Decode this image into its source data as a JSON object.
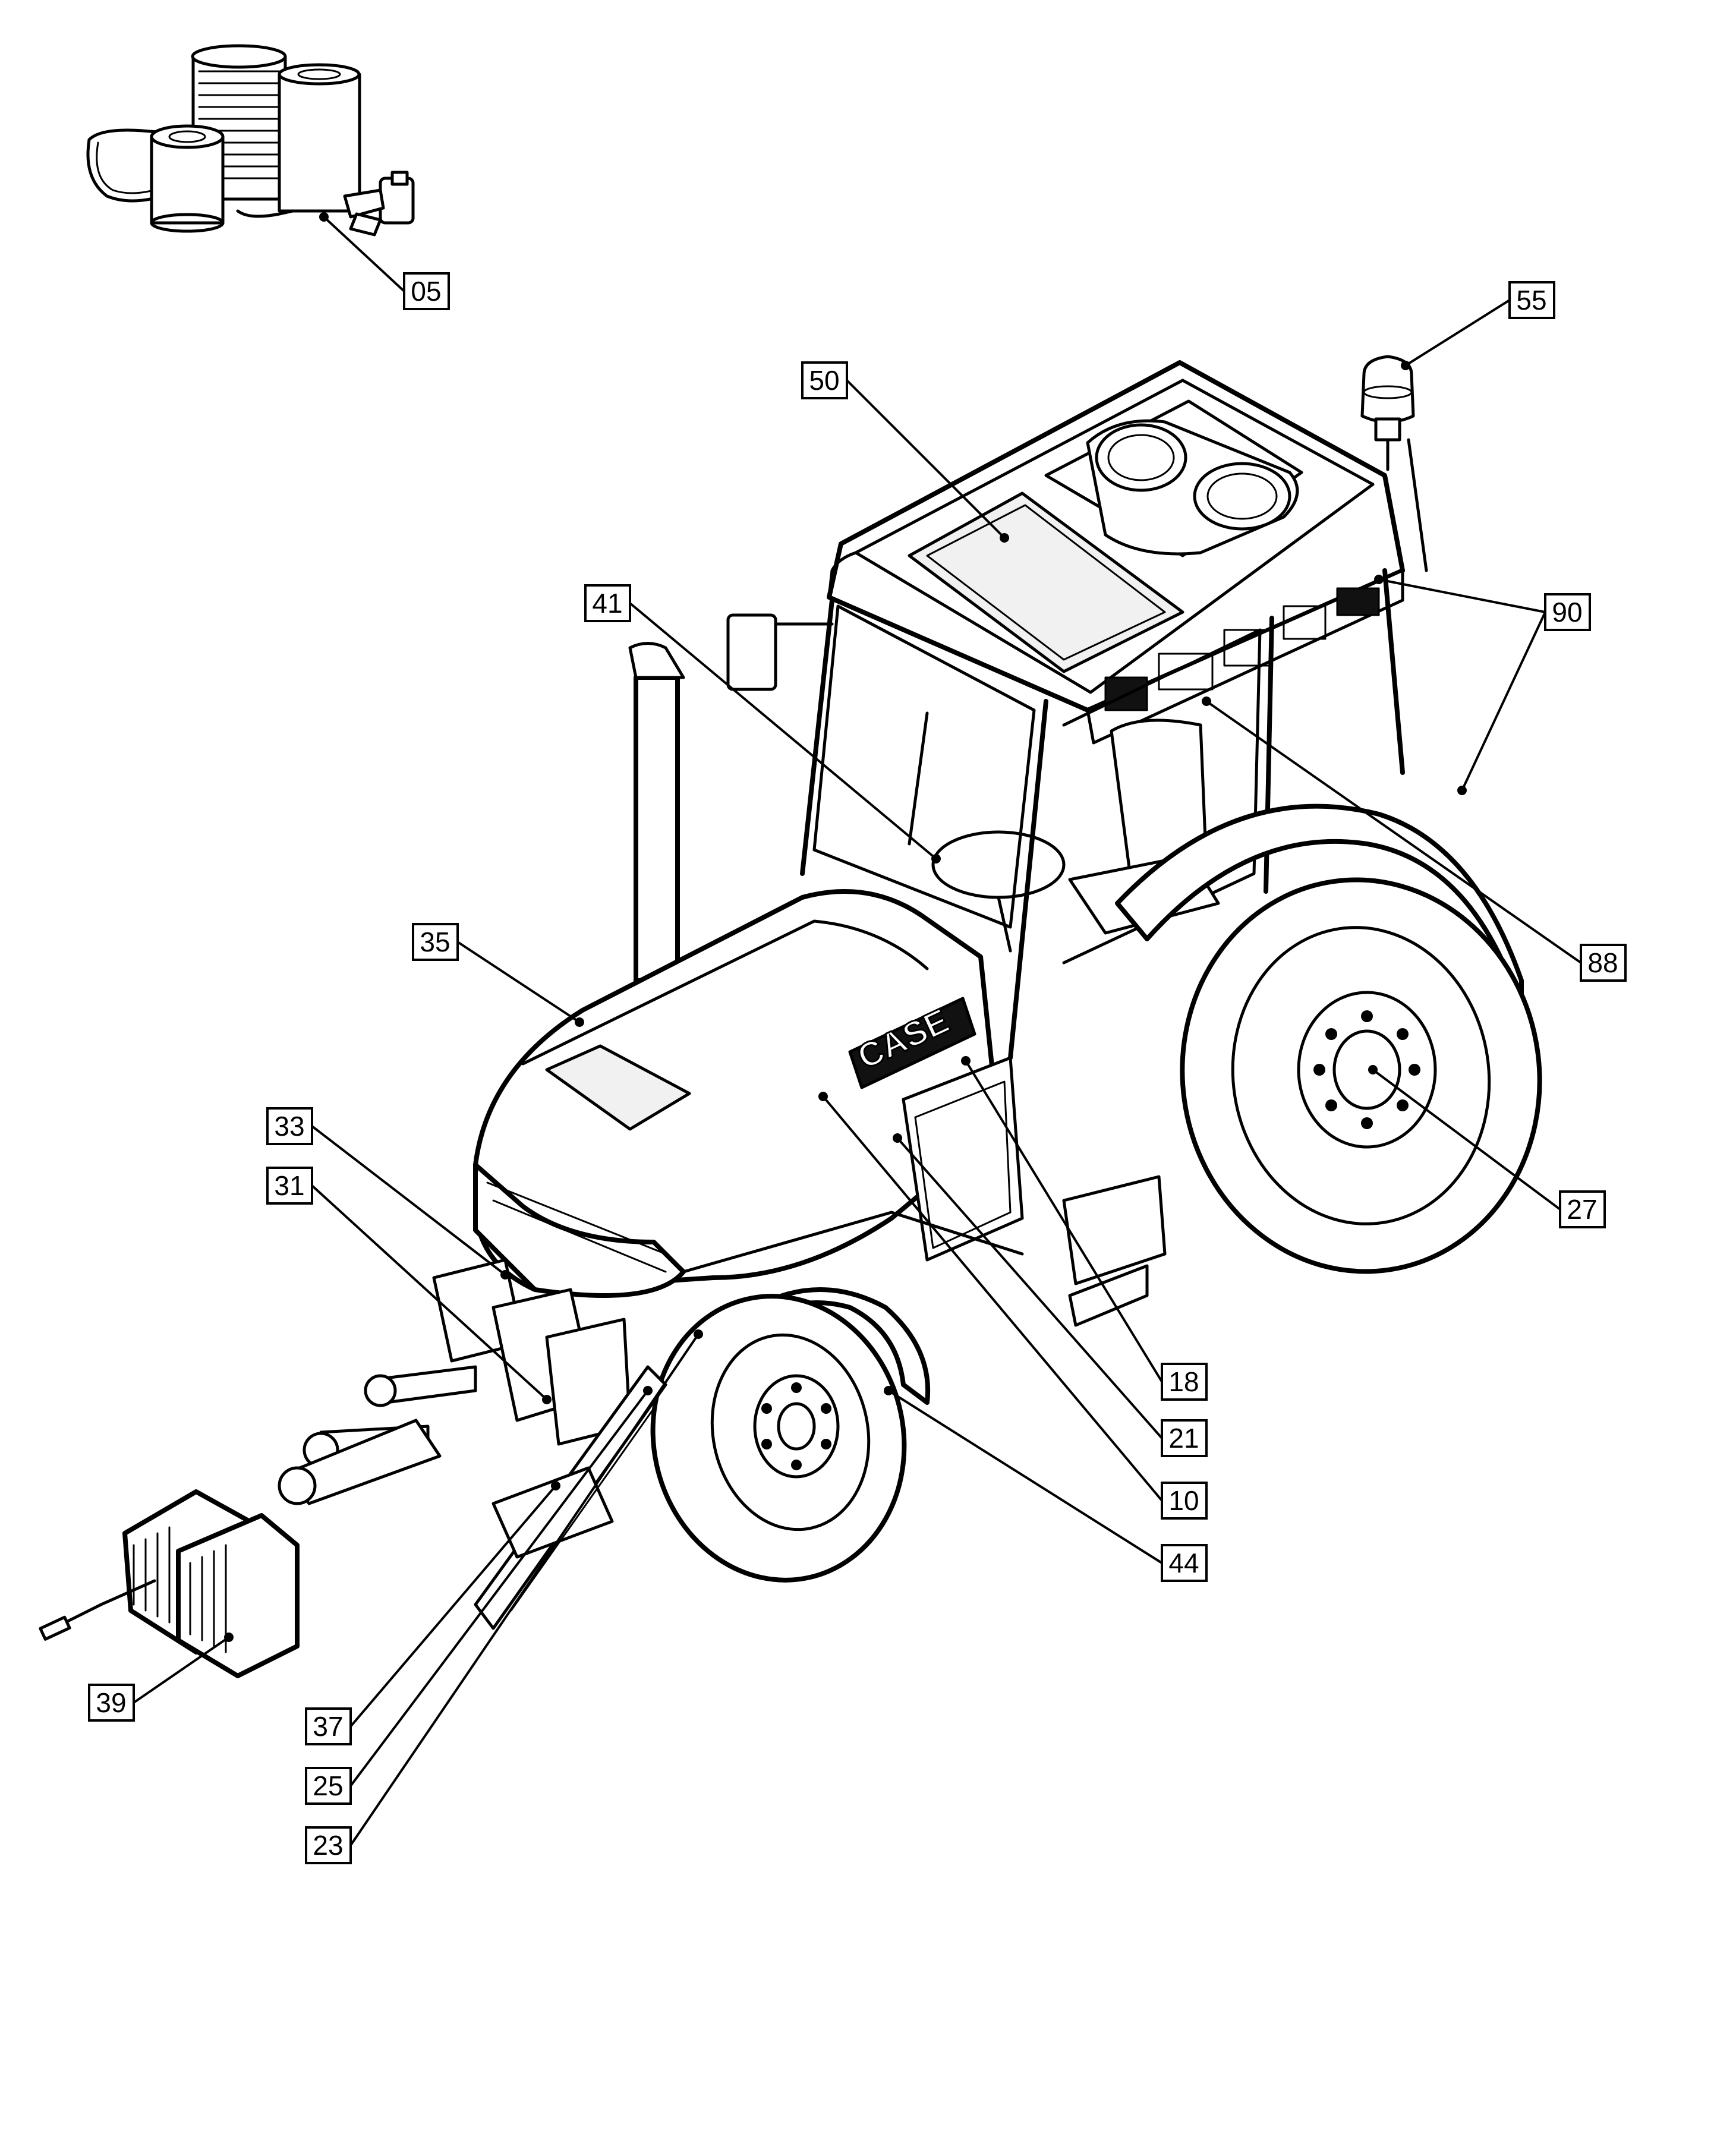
{
  "brand": "CASE",
  "callouts": [
    {
      "id": "05",
      "label": "05",
      "name": "service-parts-kit"
    },
    {
      "id": "55",
      "label": "55",
      "name": "beacon-light"
    },
    {
      "id": "50",
      "label": "50",
      "name": "cab-roof"
    },
    {
      "id": "90",
      "label": "90",
      "name": "rear-lights"
    },
    {
      "id": "41",
      "label": "41",
      "name": "steering-wheel"
    },
    {
      "id": "88",
      "label": "88",
      "name": "operator-seat"
    },
    {
      "id": "35",
      "label": "35",
      "name": "engine-hood"
    },
    {
      "id": "27",
      "label": "27",
      "name": "rear-wheel"
    },
    {
      "id": "33",
      "label": "33",
      "name": "front-hitch-upper"
    },
    {
      "id": "31",
      "label": "31",
      "name": "front-hitch-lower"
    },
    {
      "id": "18",
      "label": "18",
      "name": "side-panel"
    },
    {
      "id": "21",
      "label": "21",
      "name": "engine-compartment"
    },
    {
      "id": "10",
      "label": "10",
      "name": "engine"
    },
    {
      "id": "44",
      "label": "44",
      "name": "front-wheel"
    },
    {
      "id": "39",
      "label": "39",
      "name": "front-weight"
    },
    {
      "id": "37",
      "label": "37",
      "name": "front-axle"
    },
    {
      "id": "25",
      "label": "25",
      "name": "front-axle-support"
    },
    {
      "id": "23",
      "label": "23",
      "name": "front-axle-housing"
    }
  ]
}
